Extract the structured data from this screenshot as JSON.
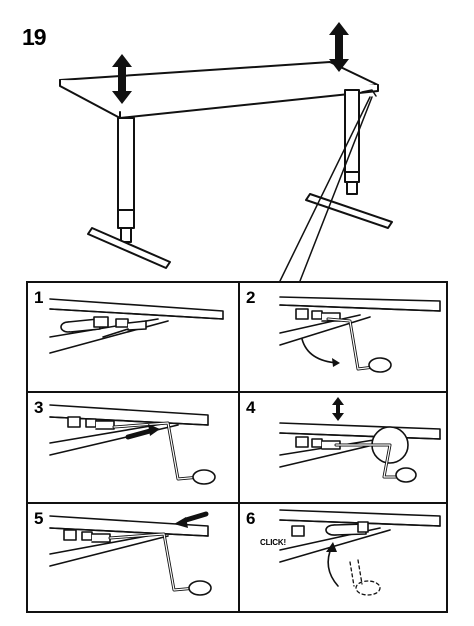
{
  "page_number": "19",
  "steps": [
    {
      "number": "1"
    },
    {
      "number": "2"
    },
    {
      "number": "3"
    },
    {
      "number": "4"
    },
    {
      "number": "5"
    },
    {
      "number": "6",
      "callout": "CLICK!"
    }
  ]
}
